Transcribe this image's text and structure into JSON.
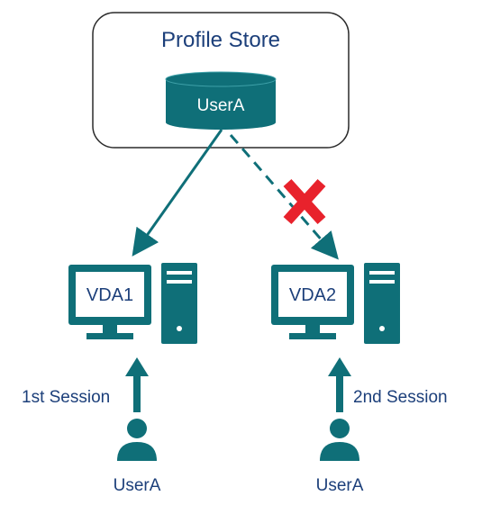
{
  "profile_store": {
    "title": "Profile Store",
    "db_label": "UserA"
  },
  "vda1": {
    "label": "VDA1"
  },
  "vda2": {
    "label": "VDA2"
  },
  "session1": {
    "label": "1st Session"
  },
  "session2": {
    "label": "2nd Session"
  },
  "user1": {
    "label": "UserA"
  },
  "user2": {
    "label": "UserA"
  },
  "connections": [
    {
      "from": "profile_store",
      "to": "vda1",
      "style": "solid",
      "status": "allowed"
    },
    {
      "from": "profile_store",
      "to": "vda2",
      "style": "dashed",
      "status": "blocked"
    }
  ],
  "colors": {
    "primary": "#0f6f78",
    "blocked": "#e8222c",
    "box_border": "#2a2a2a",
    "label_text": "#1c3f7a"
  }
}
